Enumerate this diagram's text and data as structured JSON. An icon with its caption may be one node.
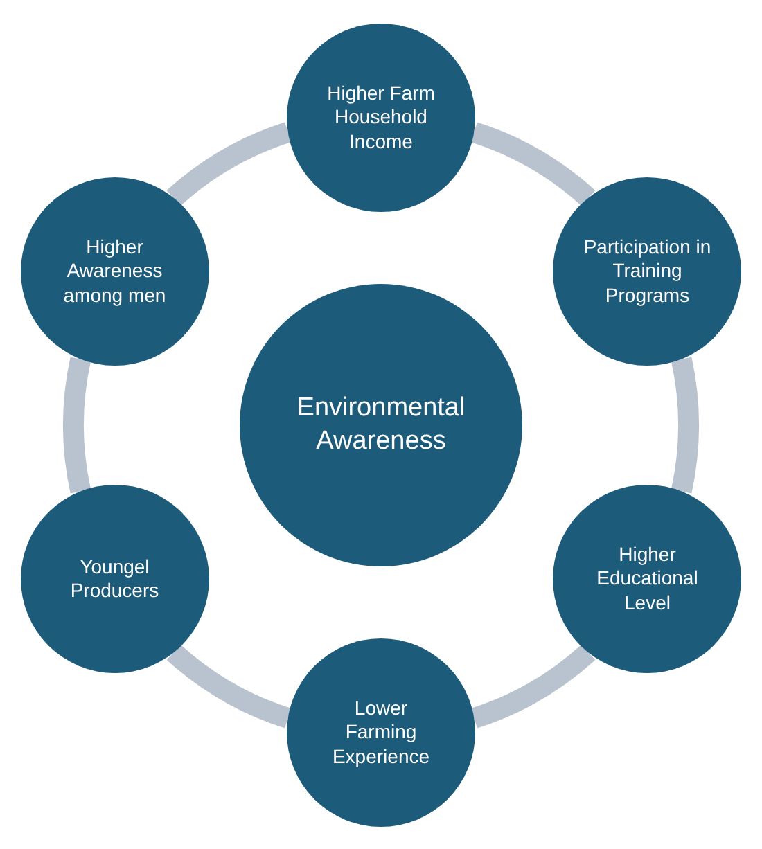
{
  "diagram": {
    "nodes": [
      {
        "text": [
          "Higher Farm Household Income"
        ]
      },
      {
        "text": [
          "Participation in Training Programs"
        ]
      },
      {
        "text": [
          "Higher Educational Level"
        ]
      },
      {
        "text": [
          "Lower Farming Experience"
        ]
      },
      {
        "text": [
          "Youngel Producers"
        ]
      },
      {
        "text": [
          "Higher Awareness among men"
        ]
      },
      {
        "text": [
          "Environmental Awareness"
        ]
      }
    ],
    "edges": [
      {
        "from": 0,
        "to": 1,
        "arrow": "none"
      },
      {
        "from": 1,
        "to": 2,
        "arrow": "none"
      },
      {
        "from": 2,
        "to": 3,
        "arrow": "none"
      },
      {
        "from": 3,
        "to": 4,
        "arrow": "none"
      },
      {
        "from": 4,
        "to": 5,
        "arrow": "none"
      },
      {
        "from": 5,
        "to": 0,
        "arrow": "none"
      }
    ]
  }
}
